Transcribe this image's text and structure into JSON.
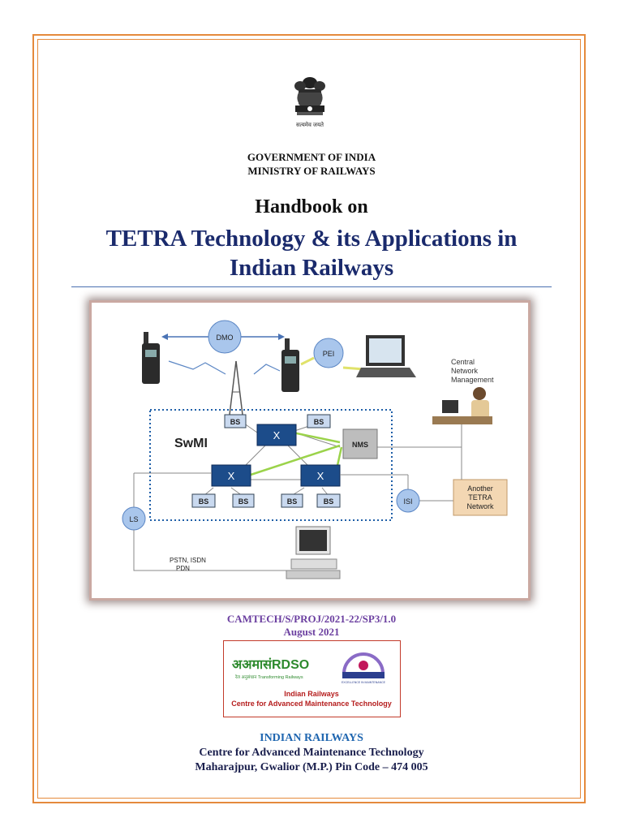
{
  "emblem_motto": "सत्यमेव जयते",
  "header": {
    "line1": "GOVERNMENT OF INDIA",
    "line2": "MINISTRY OF RAILWAYS"
  },
  "title": {
    "line1": "Handbook on",
    "line2": "TETRA Technology & its Applications in",
    "line3": "Indian Railways"
  },
  "diagram": {
    "dmo": "DMO",
    "pei": "PEI",
    "central_line1": "Central",
    "central_line2": "Network",
    "central_line3": "Management",
    "swmi": "SwMI",
    "bs": "BS",
    "nms": "NMS",
    "another_line1": "Another",
    "another_line2": "TETRA",
    "another_line3": "Network",
    "isi": "ISI",
    "ls": "LS",
    "pstn_line1": "PSTN, ISDN",
    "pstn_line2": "PDN"
  },
  "doc_code": "CAMTECH/S/PROJ/2021-22/SP3/1.0",
  "date": "August 2021",
  "logo": {
    "rdso_text": "अअमासंRDSO",
    "rdso_sub": "रेल अनुसंधान Transforming Railways",
    "excellence": "EXCELLENCE IN MAINTENANCE",
    "line1": "Indian Railways",
    "line2": "Centre for Advanced Maintenance Technology"
  },
  "footer": {
    "org": "INDIAN RAILWAYS",
    "line1": "Centre for Advanced Maintenance Technology",
    "line2": "Maharajpur, Gwalior (M.P.) Pin Code – 474 005"
  }
}
